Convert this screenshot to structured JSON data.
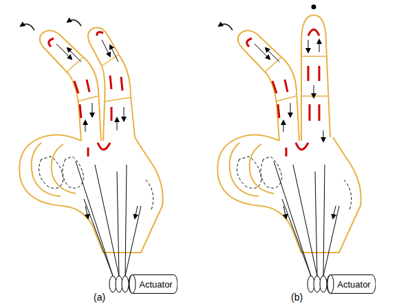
{
  "diagram": {
    "nodes": [
      {
        "text": [
          "Actuator"
        ]
      },
      {
        "text": [
          "Actuator"
        ]
      }
    ],
    "labels": [
      "(a)",
      "(b)"
    ]
  }
}
